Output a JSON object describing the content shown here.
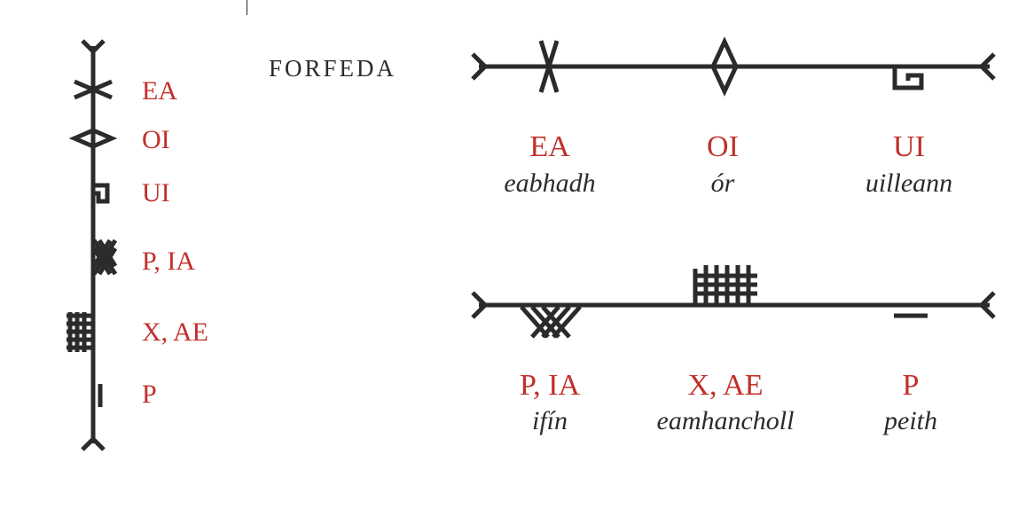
{
  "title": "FORFEDA",
  "vertical_labels": [
    "EA",
    "OI",
    "UI",
    "P, IA",
    "X, AE",
    "P"
  ],
  "row1": [
    {
      "letter": "EA",
      "name": "eabhadh"
    },
    {
      "letter": "OI",
      "name": "ór"
    },
    {
      "letter": "UI",
      "name": "uilleann"
    }
  ],
  "row2": [
    {
      "letter": "P, IA",
      "name": "ifín"
    },
    {
      "letter": "X, AE",
      "name": "eamhancholl"
    },
    {
      "letter": "P",
      "name": "peith"
    }
  ],
  "colors": {
    "stroke": "#2b2b2b",
    "label": "#c0302b",
    "text": "#2b2b2b"
  }
}
